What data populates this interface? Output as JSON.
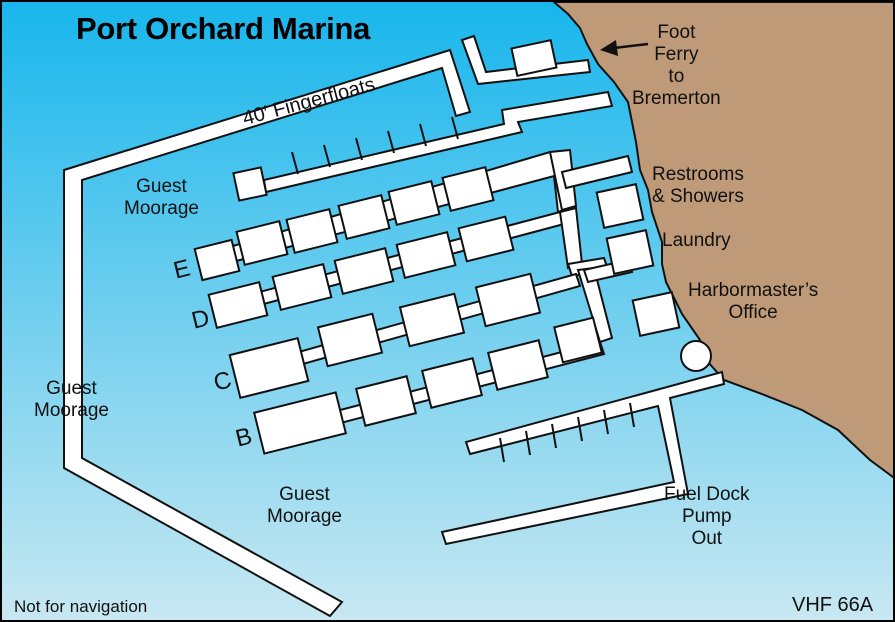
{
  "title": "Port Orchard Marina",
  "labels": {
    "fingerfloats": "40′ Fingerfloats",
    "guest_moorage_top": [
      "Guest",
      "Moorage"
    ],
    "guest_moorage_left": [
      "Guest",
      "Moorage"
    ],
    "guest_moorage_bottom": [
      "Guest",
      "Moorage"
    ],
    "foot_ferry": [
      "Foot",
      "Ferry",
      "to",
      "Bremerton"
    ],
    "restrooms": [
      "Restrooms",
      "& Showers"
    ],
    "laundry": "Laundry",
    "harbormaster": [
      "Harbormaster’s",
      "Office"
    ],
    "fuel_dock": [
      "Fuel Dock",
      "Pump",
      "Out"
    ],
    "not_for_navigation": "Not for navigation",
    "vhf": "VHF 66A"
  },
  "docks": [
    "E",
    "D",
    "C",
    "B"
  ],
  "colors": {
    "water_top": "#18b6ec",
    "water_bottom": "#c9e8f2",
    "land": "#bf9a78",
    "dock_fill": "#ffffff",
    "outline": "#111111"
  },
  "icons": [
    "ferry-arrow-icon",
    "harbormaster-circle-icon"
  ]
}
